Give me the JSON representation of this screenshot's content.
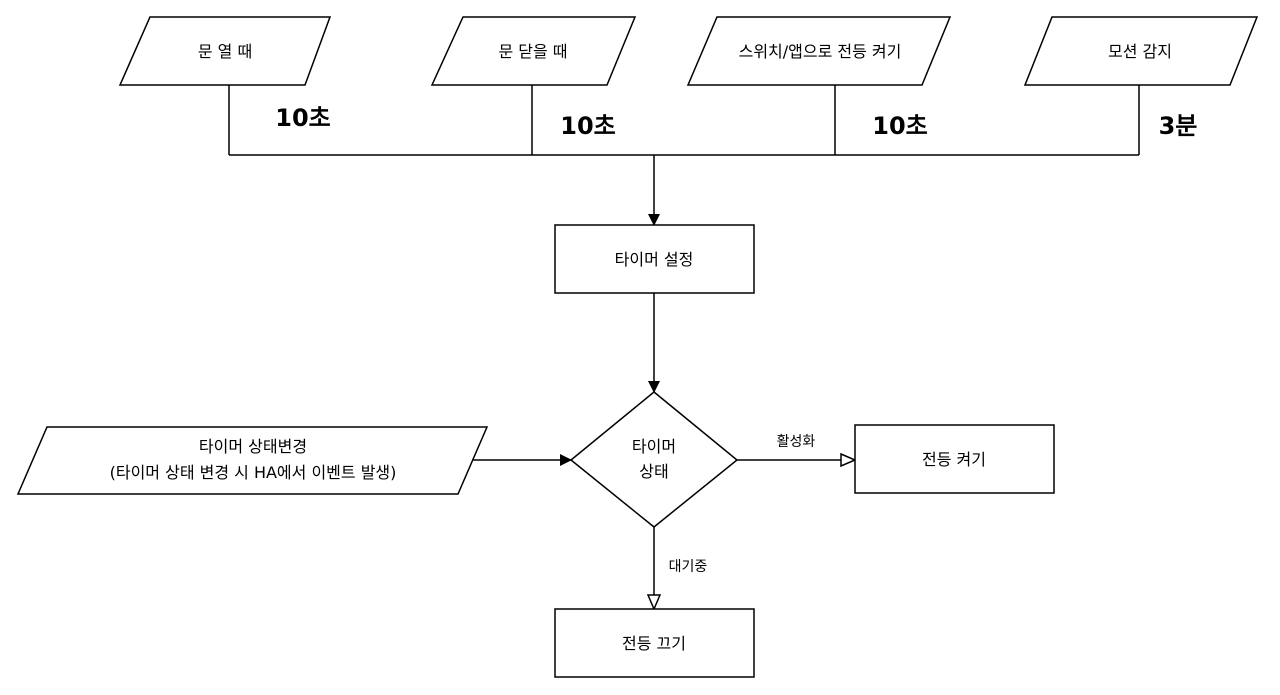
{
  "triggers": [
    {
      "label": "문 열 때",
      "duration": "10초"
    },
    {
      "label": "문 닫을 때",
      "duration": "10초"
    },
    {
      "label": "스위치/앱으로 전등 켜기",
      "duration": "10초"
    },
    {
      "label": "모션 감지",
      "duration": "3분"
    }
  ],
  "timer_setup": {
    "label": "타이머 설정"
  },
  "state_change_input": {
    "line1": "타이머 상태변경",
    "line2": "(타이머 상태 변경 시 HA에서 이벤트 발생)"
  },
  "decision": {
    "line1": "타이머",
    "line2": "상태"
  },
  "edges": {
    "active_label": "활성화",
    "idle_label": "대기중"
  },
  "light_on": {
    "label": "전등 켜기"
  },
  "light_off": {
    "label": "전등 끄기"
  },
  "colors": {
    "stroke": "#000000",
    "fill": "#ffffff"
  }
}
